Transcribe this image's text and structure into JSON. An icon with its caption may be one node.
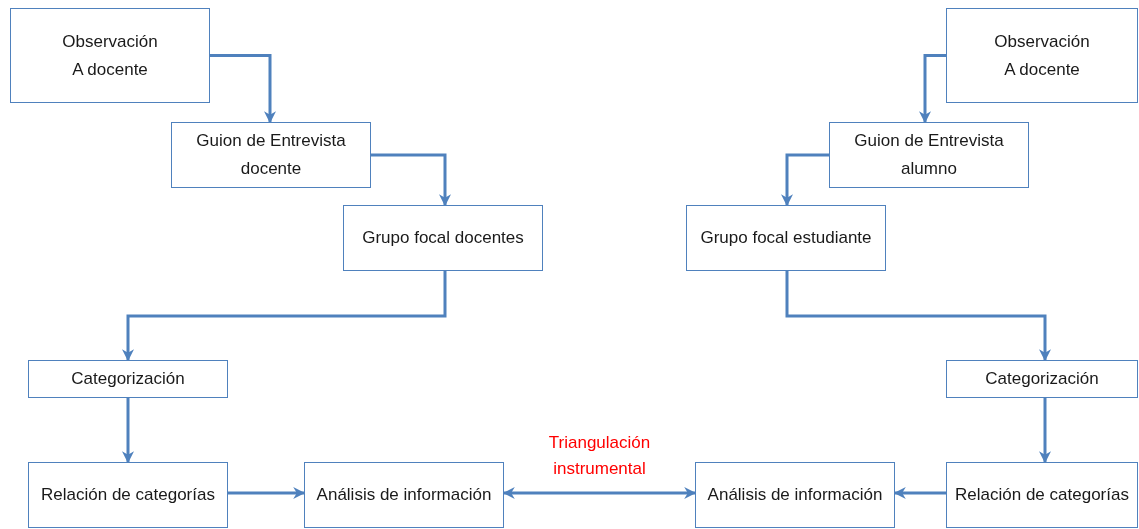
{
  "diagram": {
    "nodes": [
      {
        "text": [
          "Observación A docente"
        ]
      },
      {
        "text": [
          "Guion de Entrevista docente"
        ]
      },
      {
        "text": [
          "Grupo focal docentes"
        ]
      },
      {
        "text": [
          "Categorización"
        ]
      },
      {
        "text": [
          "Relación de categorías"
        ]
      },
      {
        "text": [
          "Análisis de información"
        ]
      },
      {
        "text": [
          "Análisis de información"
        ]
      },
      {
        "text": [
          "Relación de categorías"
        ]
      },
      {
        "text": [
          "Categorización"
        ]
      },
      {
        "text": [
          "Grupo focal estudiante"
        ]
      },
      {
        "text": [
          "Guion de Entrevista alumno"
        ]
      },
      {
        "text": [
          "Observación A docente"
        ]
      }
    ],
    "edges": [
      {
        "from": 0,
        "to": 1,
        "arrow": "to"
      },
      {
        "from": 1,
        "to": 2,
        "arrow": "to"
      },
      {
        "from": 2,
        "to": 3,
        "arrow": "to"
      },
      {
        "from": 3,
        "to": 4,
        "arrow": "to"
      },
      {
        "from": 4,
        "to": 5,
        "arrow": "to"
      },
      {
        "from": 5,
        "to": 6,
        "arrow": "both",
        "label": "Triangulación instrumental"
      },
      {
        "from": 7,
        "to": 6,
        "arrow": "to"
      },
      {
        "from": 8,
        "to": 7,
        "arrow": "to"
      },
      {
        "from": 9,
        "to": 8,
        "arrow": "to"
      },
      {
        "from": 10,
        "to": 9,
        "arrow": "to"
      },
      {
        "from": 11,
        "to": 10,
        "arrow": "to"
      }
    ]
  }
}
